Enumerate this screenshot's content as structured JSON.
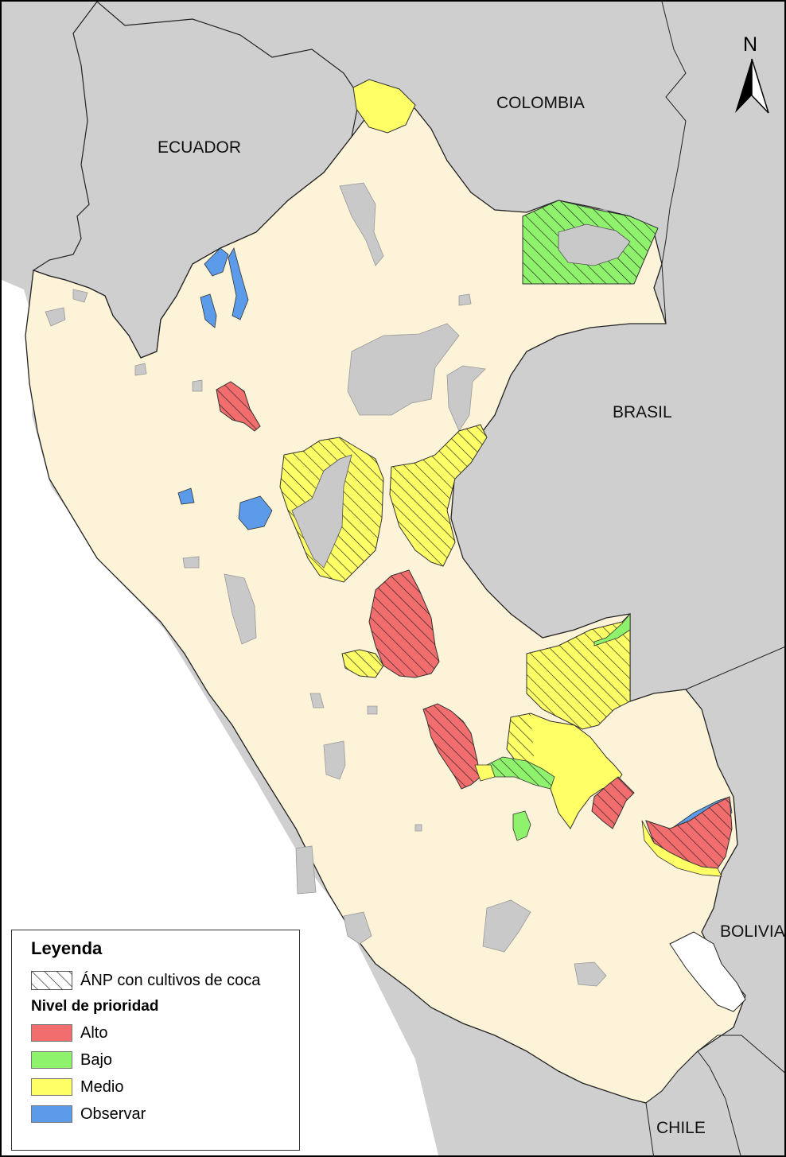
{
  "map": {
    "countries": {
      "colombia": "COLOMBIA",
      "ecuador": "ECUADOR",
      "brasil": "BRASIL",
      "bolivia": "BOLIVIA",
      "chile": "CHILE"
    },
    "north_arrow": "N"
  },
  "legend": {
    "title": "Leyenda",
    "hatch_label": "ÁNP con cultivos de coca",
    "priority_title": "Nivel de prioridad",
    "items": [
      {
        "label": "Alto",
        "color": "#f26d6d"
      },
      {
        "label": "Bajo",
        "color": "#8ff26d"
      },
      {
        "label": "Medio",
        "color": "#ffff66"
      },
      {
        "label": "Observar",
        "color": "#5b9bea"
      }
    ]
  },
  "colors": {
    "peru_land": "#fdf3d8",
    "neighbor_land": "#cfcfcf",
    "ocean": "#ffffff",
    "protected_area_other": "#c9c9c9",
    "border": "#222222"
  }
}
